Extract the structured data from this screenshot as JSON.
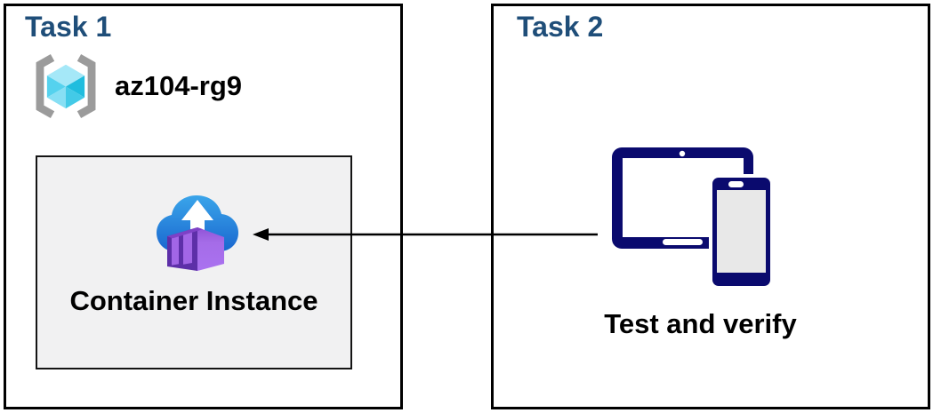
{
  "task1": {
    "title": "Task 1",
    "resource_group_name": "az104-rg9",
    "container_label": "Container Instance"
  },
  "task2": {
    "title": "Task 2",
    "caption": "Test and verify"
  },
  "connector": {
    "description": "arrow from devices in Task 2 pointing left to Container Instance in Task 1"
  },
  "icons": {
    "resource_group": "azure-resource-group-icon",
    "container_instance": "azure-container-instance-icon",
    "devices": "tablet-phone-devices-icon",
    "arrow": "left-arrow-connector"
  },
  "colors": {
    "task_title_blue": "#1f4e79",
    "box_border": "#000000",
    "inner_box_bg": "#f1f1f2",
    "device_navy": "#0a0a6e",
    "phone_screen_gray": "#e8e8e8",
    "cloud_blue_top": "#3aa5ea",
    "cloud_blue_bottom": "#1a67cf",
    "container_purple_dark": "#5d2fa8",
    "container_purple_panel": "#a266e6",
    "container_purple_side": "#a56ce8",
    "cube_top_cyan": "#a5e8f8",
    "cube_left_cyan": "#55d2ee",
    "cube_bottom_left_cyan": "#87dff4",
    "cube_right_cyan": "#20bdde",
    "cube_bottom_right_cyan": "#43cae7",
    "bracket_gray": "#9b9b9b"
  }
}
